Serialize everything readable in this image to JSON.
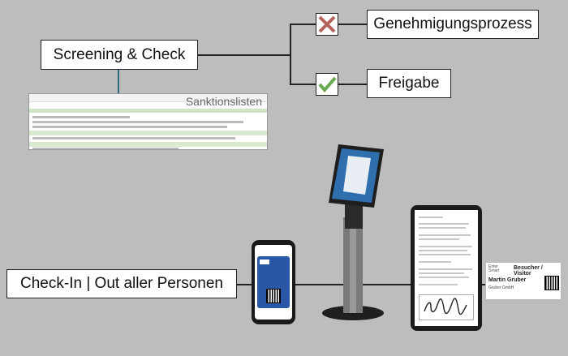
{
  "screening": {
    "label": "Screening & Check"
  },
  "outcomes": {
    "rejected": {
      "label": "Genehmigungsprozess",
      "icon": "x-mark-icon",
      "color": "#b5615c"
    },
    "approved": {
      "label": "Freigabe",
      "icon": "checkmark-icon",
      "color": "#6aa84f"
    }
  },
  "sanctions_list": {
    "title": "Sanktionslisten"
  },
  "checkin": {
    "label": "Check-In | Out aller Personen"
  },
  "badge": {
    "brand": "Enter Smart",
    "title": "Besucher / Visitor",
    "name": "Martin Gruber",
    "company": "Gruber GmbH"
  },
  "colors": {
    "connector": "#222222",
    "connector_accent": "#2e6d7a",
    "background": "#bdbdbd"
  }
}
